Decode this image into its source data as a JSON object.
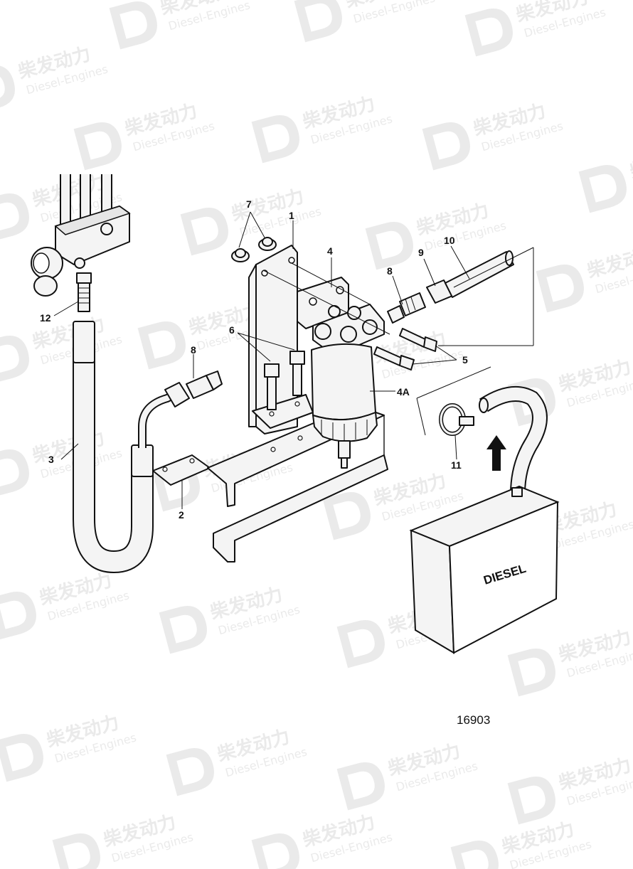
{
  "watermark": {
    "brand_cn": "柴发动力",
    "brand_en": "Diesel-Engines",
    "color": "#d9d9d9"
  },
  "figure_number": "16903",
  "tank_text": "DIESEL",
  "callouts": [
    "1",
    "2",
    "3",
    "4",
    "4A",
    "5",
    "6",
    "7",
    "8",
    "8",
    "9",
    "10",
    "11",
    "12"
  ]
}
